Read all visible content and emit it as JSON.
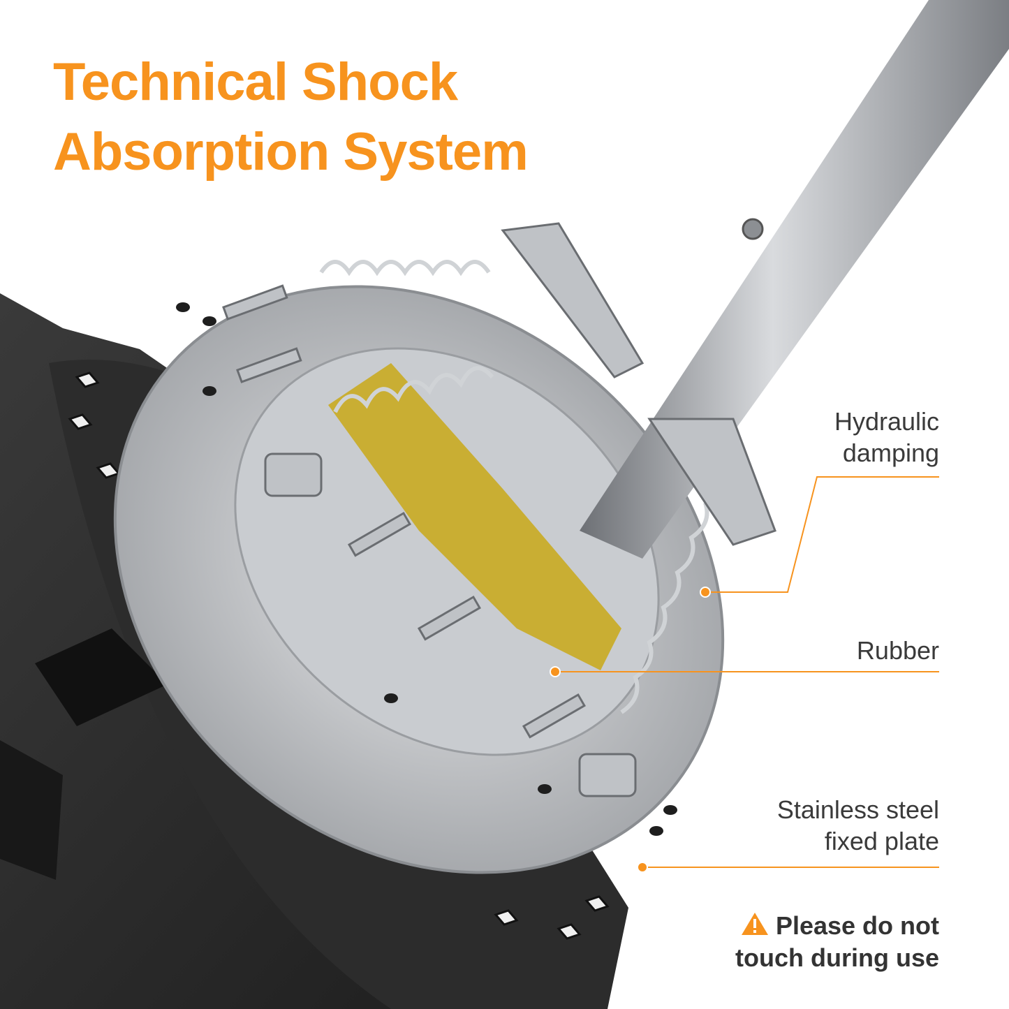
{
  "title": {
    "line1": "Technical Shock",
    "line2": "Absorption System"
  },
  "callouts": [
    {
      "line1": "Hydraulic",
      "line2": "damping"
    },
    {
      "line1": "Rubber"
    },
    {
      "line1": "Stainless steel",
      "line2": "fixed plate"
    }
  ],
  "warning": {
    "icon": "warning-triangle-icon",
    "line1": "Please do not",
    "line2": "touch during use"
  },
  "colors": {
    "accent": "#f7931e",
    "text": "#3a3a3a",
    "rubber": "#c9a818",
    "tire": "#2a2a2a",
    "steel": "#b8bcc0"
  }
}
